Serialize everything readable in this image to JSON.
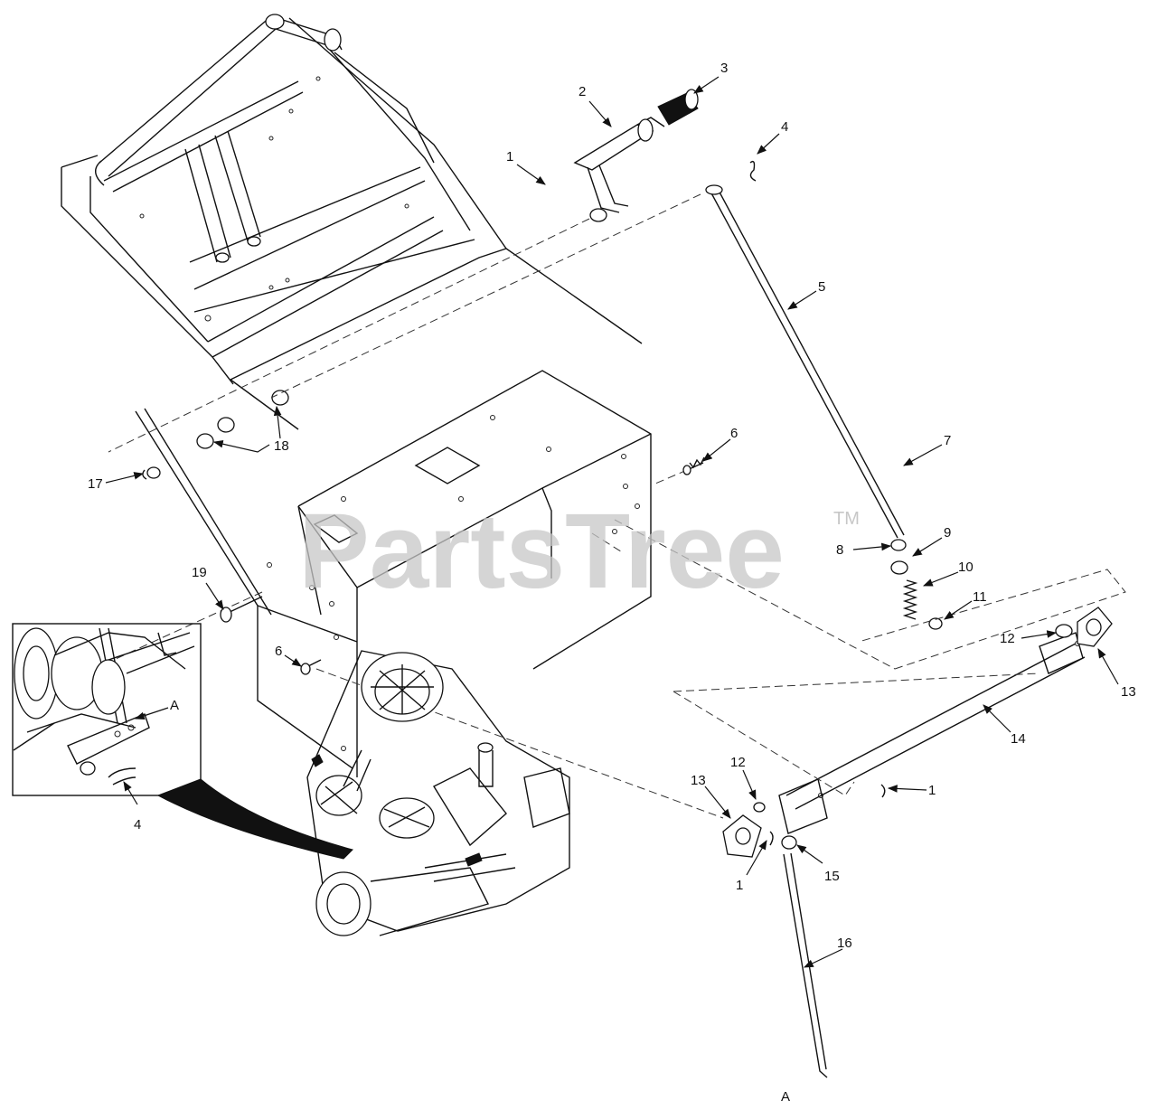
{
  "watermark": {
    "brand": "PartsTree",
    "trademark": "TM"
  },
  "callouts": {
    "c1a": "1",
    "c2": "2",
    "c3": "3",
    "c4a": "4",
    "c5": "5",
    "c6a": "6",
    "c7": "7",
    "c8": "8",
    "c9": "9",
    "c10": "10",
    "c11": "11",
    "c12a": "12",
    "c13a": "13",
    "c14": "14",
    "c1b": "1",
    "c12b": "12",
    "c13b": "13",
    "c1c": "1",
    "c15": "15",
    "c16": "16",
    "cA1": "A",
    "c17": "17",
    "c18": "18",
    "c19": "19",
    "c6b": "6",
    "cA2": "A",
    "c4b": "4"
  },
  "colors": {
    "line": "#111111",
    "watermark": "#c7c7c7",
    "background": "#ffffff"
  }
}
